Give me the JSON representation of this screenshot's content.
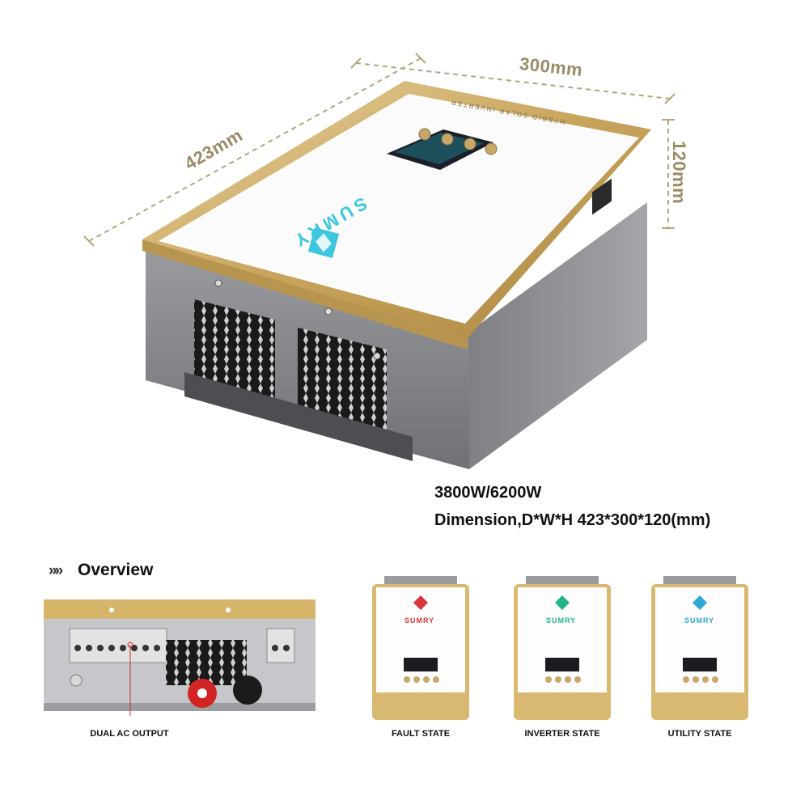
{
  "product": {
    "brand": "SUMRY",
    "model_label": "HYBRID SOLAR INVERTER"
  },
  "dimensions": {
    "width": "300mm",
    "depth": "423mm",
    "height": "120mm"
  },
  "specs": {
    "power": "3800W/6200W",
    "dimension": "Dimension,D*W*H 423*300*120(mm)"
  },
  "overview": {
    "title": "Overview",
    "captions": {
      "bottom_panel": "DUAL AC OUTPUT",
      "fault": "FAULT STATE",
      "inverter": "INVERTER STATE",
      "utility": "UTILITY STATE"
    }
  },
  "colors": {
    "gold": "#c8a963",
    "dimension_text": "#9a8a66",
    "body_gray": "#8d8f93",
    "fault_logo": "#d8363a",
    "inverter_logo": "#22b48a",
    "utility_logo": "#2ea9d6",
    "main_logo": "#3cc7e0"
  }
}
